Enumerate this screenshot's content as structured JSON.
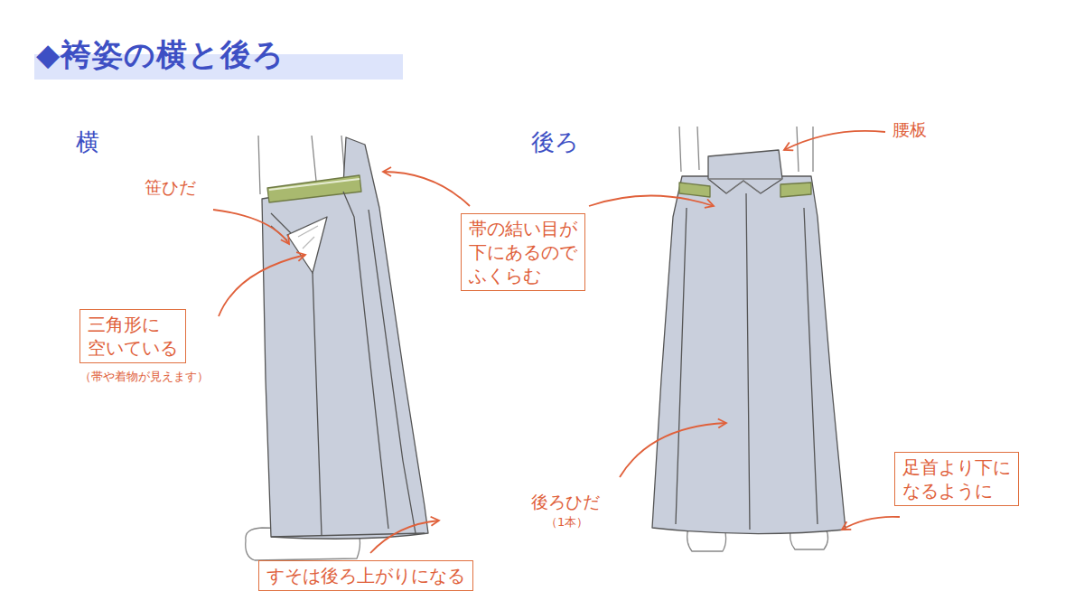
{
  "diagram": {
    "title": "◆袴姿の横と後ろ",
    "nodes": [
      {
        "text": [
          "三角形に 空いている",
          "（帯や着物が見えます）"
        ]
      },
      {
        "text": [
          "帯の結い目が 下にあるので ふくらむ"
        ]
      },
      {
        "text": [
          "足首より下に なるように"
        ]
      },
      {
        "text": [
          "すそは後ろ上がりになる"
        ]
      }
    ],
    "edges": [],
    "labels": [
      "横",
      "後ろ",
      "笹ひだ",
      "腰板",
      "後ろひだ",
      "（1本）"
    ]
  }
}
